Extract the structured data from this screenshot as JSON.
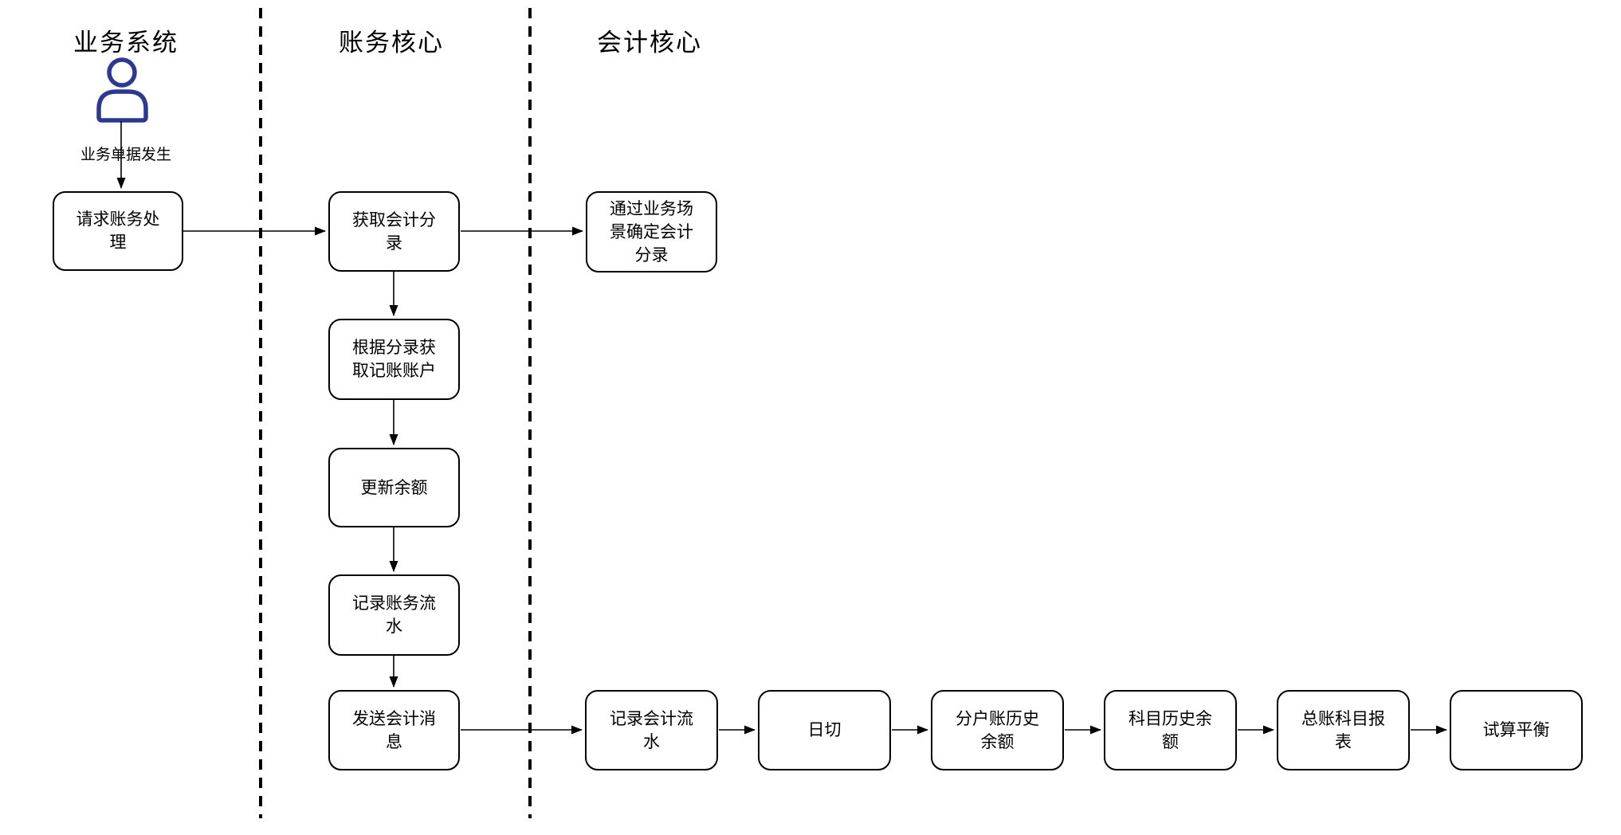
{
  "diagram": {
    "title": "accounting-process-swimlane-flowchart",
    "lanes": [
      {
        "label": "业务系统"
      },
      {
        "label": "账务核心"
      },
      {
        "label": "会计核心"
      }
    ],
    "actor": {
      "icon": "user-icon",
      "edge_label": "业务单据发生"
    },
    "nodes": [
      {
        "label": "请求账务处\n理"
      },
      {
        "label": "获取会计分\n录"
      },
      {
        "label": "通过业务场\n景确定会计\n分录"
      },
      {
        "label": "根据分录获\n取记账账户"
      },
      {
        "label": "更新余额"
      },
      {
        "label": "记录账务流\n水"
      },
      {
        "label": "发送会计消\n息"
      },
      {
        "label": "记录会计流\n水"
      },
      {
        "label": "日切"
      },
      {
        "label": "分户账历史\n余额"
      },
      {
        "label": "科目历史余\n额"
      },
      {
        "label": "总账科目报\n表"
      },
      {
        "label": "试算平衡"
      }
    ],
    "colors": {
      "line": "#000000",
      "actor_stroke": "#2b3990",
      "node_fill": "#ffffff",
      "node_border": "#000000"
    }
  }
}
